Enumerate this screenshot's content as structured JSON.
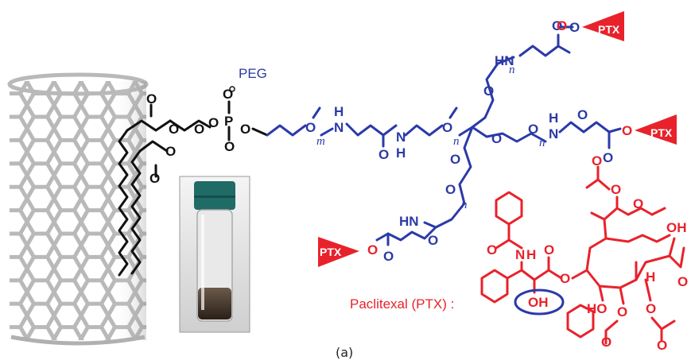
{
  "labels": {
    "peg": "PEG",
    "ptx_full": "Paclitexal (PTX) :",
    "caption": "(a)"
  },
  "atoms": {
    "O": "O",
    "P": "P",
    "N": "N",
    "H": "H",
    "HN": "HN",
    "OH": "OH",
    "HO": "HO",
    "ptx": "PTX"
  },
  "repeats": {
    "m": "m",
    "n": "n"
  },
  "colors": {
    "peg_blue": "#2b3aa8",
    "ptx_red": "#e8222b",
    "lipid_black": "#111111",
    "nanotube_gray": "#b9b9b9",
    "vial_cap": "#1f6b66"
  }
}
